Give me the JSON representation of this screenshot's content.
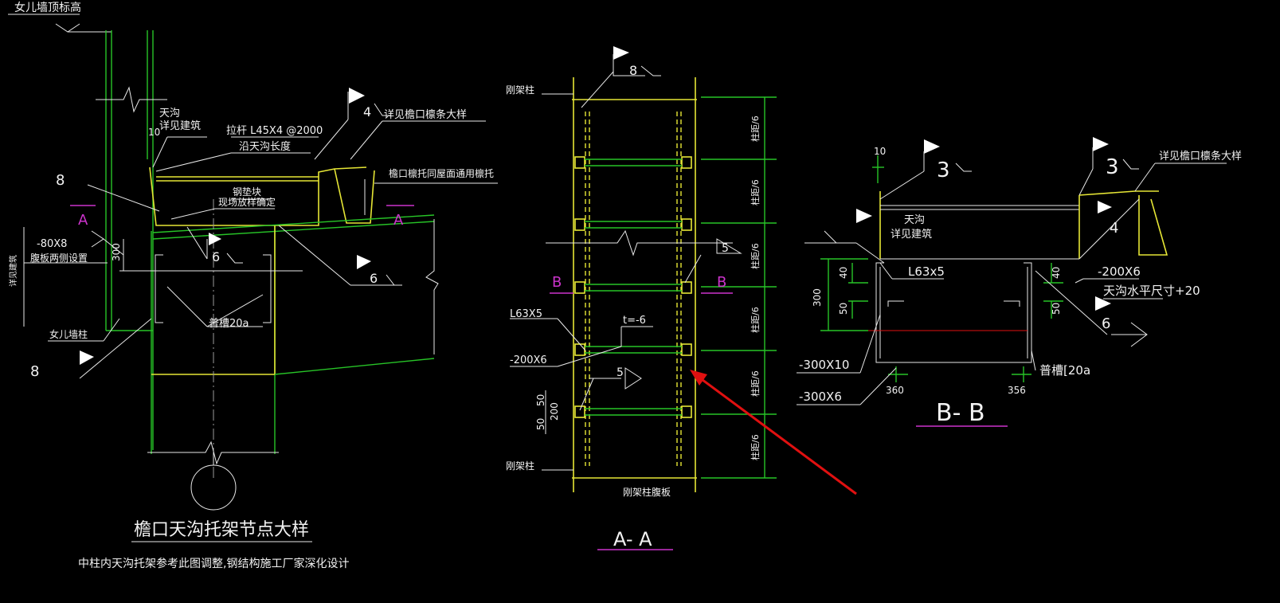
{
  "left_detail": {
    "parapet_top_label": "女儿墙顶标高",
    "gutter_label": "天沟",
    "gutter_see_arch": "详见建筑",
    "dim_10": "10",
    "tie_rod": "拉杆 L45X4 @2000",
    "along_gutter_length": "沿天沟长度",
    "see_eave_purlin": "详见檐口檩条大样",
    "eave_purlin_note": "檐口檩托同屋面通用檩托",
    "steel_pad": "钢垫块",
    "field_lofting": "现场放样确定",
    "weld_8": "8",
    "section_a": "A",
    "plate_80x8": "-80X8",
    "web_both_sides": "腹板两侧设置",
    "dim_300": "300",
    "see_structure": "详见建筑",
    "weld_6a": "6",
    "weld_6b": "6",
    "weld_4": "4",
    "channel_20a": "普槽20a",
    "parapet_column": "女儿墙柱",
    "weld_8b": "8",
    "title": "檐口天沟托架节点大样",
    "note": "中柱内天沟托架参考此图调整,钢结构施工厂家深化设计"
  },
  "aa_view": {
    "weld_8": "8",
    "rigid_frame_col_top": "刚架柱",
    "rigid_frame_col_bottom": "刚架柱",
    "web_plate": "刚架柱腹板",
    "angle_l63x5": "L63X5",
    "plate_200x6": "-200X6",
    "t_6": "t=-6",
    "weld_5a": "5",
    "weld_5b": "5",
    "dim_50a": "50",
    "dim_200": "200",
    "dim_50b": "50",
    "sec_b_left": "B",
    "sec_b_right": "B",
    "spacing_labels": [
      "柱距/6",
      "柱距/6",
      "柱距/6",
      "柱距/6",
      "柱距/6",
      "柱距/6"
    ],
    "title": "A- A"
  },
  "bb_view": {
    "dim_10": "10",
    "weld_3a": "3",
    "weld_3b": "3",
    "see_eave_purlin": "详见檐口檩条大样",
    "gutter_label": "天沟",
    "gutter_see_arch": "详见建筑",
    "weld_4": "4",
    "angle_l63x5": "L63x5",
    "plate_200x6": "-200X6",
    "gutter_plus_20": "天沟水平尺寸+20",
    "dim_300": "300",
    "dim_40a": "40",
    "dim_50a": "50",
    "dim_40b": "40",
    "dim_50b": "50",
    "weld_6": "6",
    "plate_300x10": "-300X10",
    "plate_300x6": "-300X6",
    "dim_360": "360",
    "dim_356": "356",
    "channel_20a": "普槽[20a",
    "title": "B- B"
  },
  "colors": {
    "background": "#000000",
    "green": "#27c427",
    "yellow": "#e6e635",
    "magenta": "#cc33cc",
    "white": "#f2f2f2",
    "arrow_red": "#e01010"
  }
}
